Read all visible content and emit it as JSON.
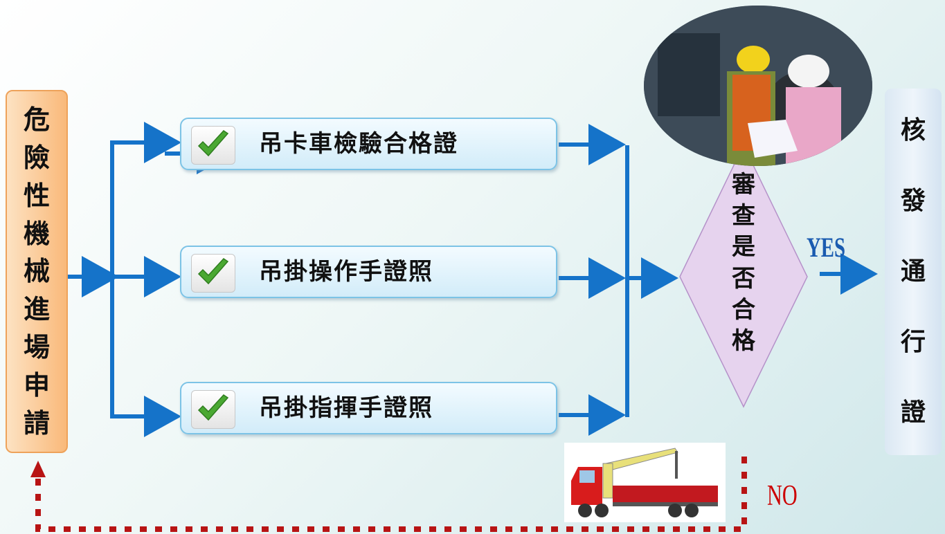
{
  "start": {
    "chars": [
      "危",
      "險",
      "性",
      "機",
      "械",
      "進",
      "場",
      "申",
      "請"
    ]
  },
  "requirements": [
    {
      "label": "吊卡車檢驗合格證"
    },
    {
      "label": "吊掛操作手證照"
    },
    {
      "label": "吊掛指揮手證照"
    }
  ],
  "decision": {
    "chars": [
      "審",
      "查",
      "是",
      "否",
      "合",
      "格"
    ]
  },
  "yes_label": "YES",
  "no_label": "NO",
  "result": {
    "chars": [
      "核",
      "發",
      "通",
      "行",
      "證"
    ]
  },
  "colors": {
    "arrow": "#1573c9",
    "loop": "#b81414",
    "decision_fill": "#e6d3ee",
    "check": "#4aa832"
  },
  "icons": {
    "check": "check-icon",
    "photo": "inspection-photo",
    "truck": "crane-truck-image"
  }
}
